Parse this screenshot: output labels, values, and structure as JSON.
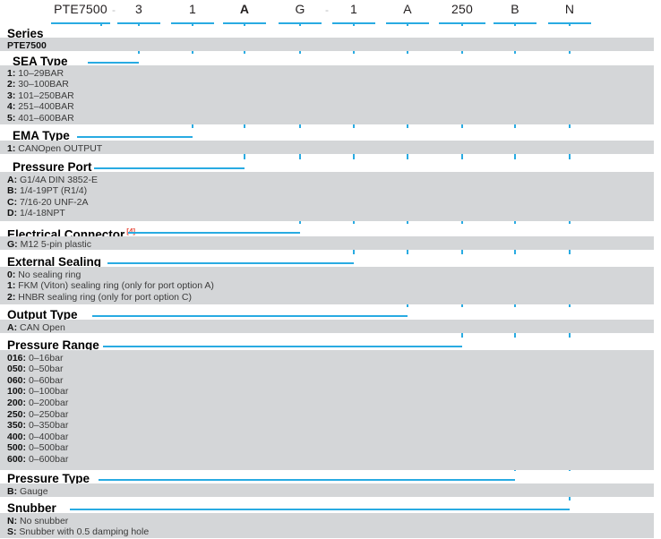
{
  "colors": {
    "accent": "#29abe2",
    "band": "#d4d6d8",
    "text": "#231f20",
    "superscript": "#e8493a"
  },
  "part_number": {
    "label": "PTE7500-311A-G-1A250BN",
    "segments": [
      {
        "value": "PTE7500",
        "bold": false
      },
      {
        "value": "3",
        "bold": false
      },
      {
        "value": "1",
        "bold": false
      },
      {
        "value": "A",
        "bold": true
      },
      {
        "value": "G",
        "bold": false
      },
      {
        "value": "1",
        "bold": false
      },
      {
        "value": "A",
        "bold": false
      },
      {
        "value": "250",
        "bold": false
      },
      {
        "value": "B",
        "bold": false
      },
      {
        "value": "N",
        "bold": false
      }
    ],
    "separators": [
      "-",
      "-"
    ]
  },
  "sections": [
    {
      "title": "Series",
      "superscript": "",
      "indent": false,
      "options": [
        {
          "code": "PTE7500",
          "desc": ""
        }
      ]
    },
    {
      "title": "SEA Type",
      "superscript": "",
      "indent": true,
      "options": [
        {
          "code": "1:",
          "desc": "10–29BAR"
        },
        {
          "code": "2:",
          "desc": "30–100BAR"
        },
        {
          "code": "3:",
          "desc": "101–250BAR"
        },
        {
          "code": "4:",
          "desc": "251–400BAR"
        },
        {
          "code": "5:",
          "desc": "401–600BAR"
        }
      ]
    },
    {
      "title": "EMA Type",
      "superscript": "",
      "indent": true,
      "options": [
        {
          "code": "1:",
          "desc": "CANOpen OUTPUT"
        }
      ]
    },
    {
      "title": "Pressure Port",
      "superscript": "",
      "indent": true,
      "options": [
        {
          "code": "A:",
          "desc": "G1/4A DIN 3852-E"
        },
        {
          "code": "B:",
          "desc": "1/4-19PT (R1/4)"
        },
        {
          "code": "C:",
          "desc": "7/16-20 UNF-2A"
        },
        {
          "code": "D:",
          "desc": "1/4-18NPT"
        }
      ]
    },
    {
      "title": "Electrical Connector",
      "superscript": "[4]",
      "indent": false,
      "options": [
        {
          "code": "G:",
          "desc": "M12 5-pin plastic"
        }
      ]
    },
    {
      "title": "External Sealing",
      "superscript": "",
      "indent": false,
      "options": [
        {
          "code": "0:",
          "desc": "No sealing ring"
        },
        {
          "code": "1:",
          "desc": "FKM (Viton) sealing ring (only for port option A)"
        },
        {
          "code": "2:",
          "desc": "HNBR sealing ring (only for port option C)"
        }
      ]
    },
    {
      "title": "Output Type",
      "superscript": "",
      "indent": false,
      "options": [
        {
          "code": "A:",
          "desc": "CAN Open"
        }
      ]
    },
    {
      "title": "Pressure Range",
      "superscript": "",
      "indent": false,
      "options": [
        {
          "code": "016:",
          "desc": "0–16bar"
        },
        {
          "code": "050:",
          "desc": "0–50bar"
        },
        {
          "code": "060:",
          "desc": "0–60bar"
        },
        {
          "code": "100:",
          "desc": "0–100bar"
        },
        {
          "code": "200:",
          "desc": "0–200bar"
        },
        {
          "code": "250:",
          "desc": "0–250bar"
        },
        {
          "code": "350:",
          "desc": "0–350bar"
        },
        {
          "code": "400:",
          "desc": "0–400bar"
        },
        {
          "code": "500:",
          "desc": "0–500bar"
        },
        {
          "code": "600:",
          "desc": "0–600bar"
        }
      ]
    },
    {
      "title": "Pressure Type",
      "superscript": "",
      "indent": false,
      "options": [
        {
          "code": "B:",
          "desc": "Gauge"
        }
      ]
    },
    {
      "title": "Snubber",
      "superscript": "",
      "indent": false,
      "options": [
        {
          "code": "N:",
          "desc": "No snubber"
        },
        {
          "code": "S:",
          "desc": "Snubber with 0.5 damping hole"
        }
      ]
    }
  ]
}
